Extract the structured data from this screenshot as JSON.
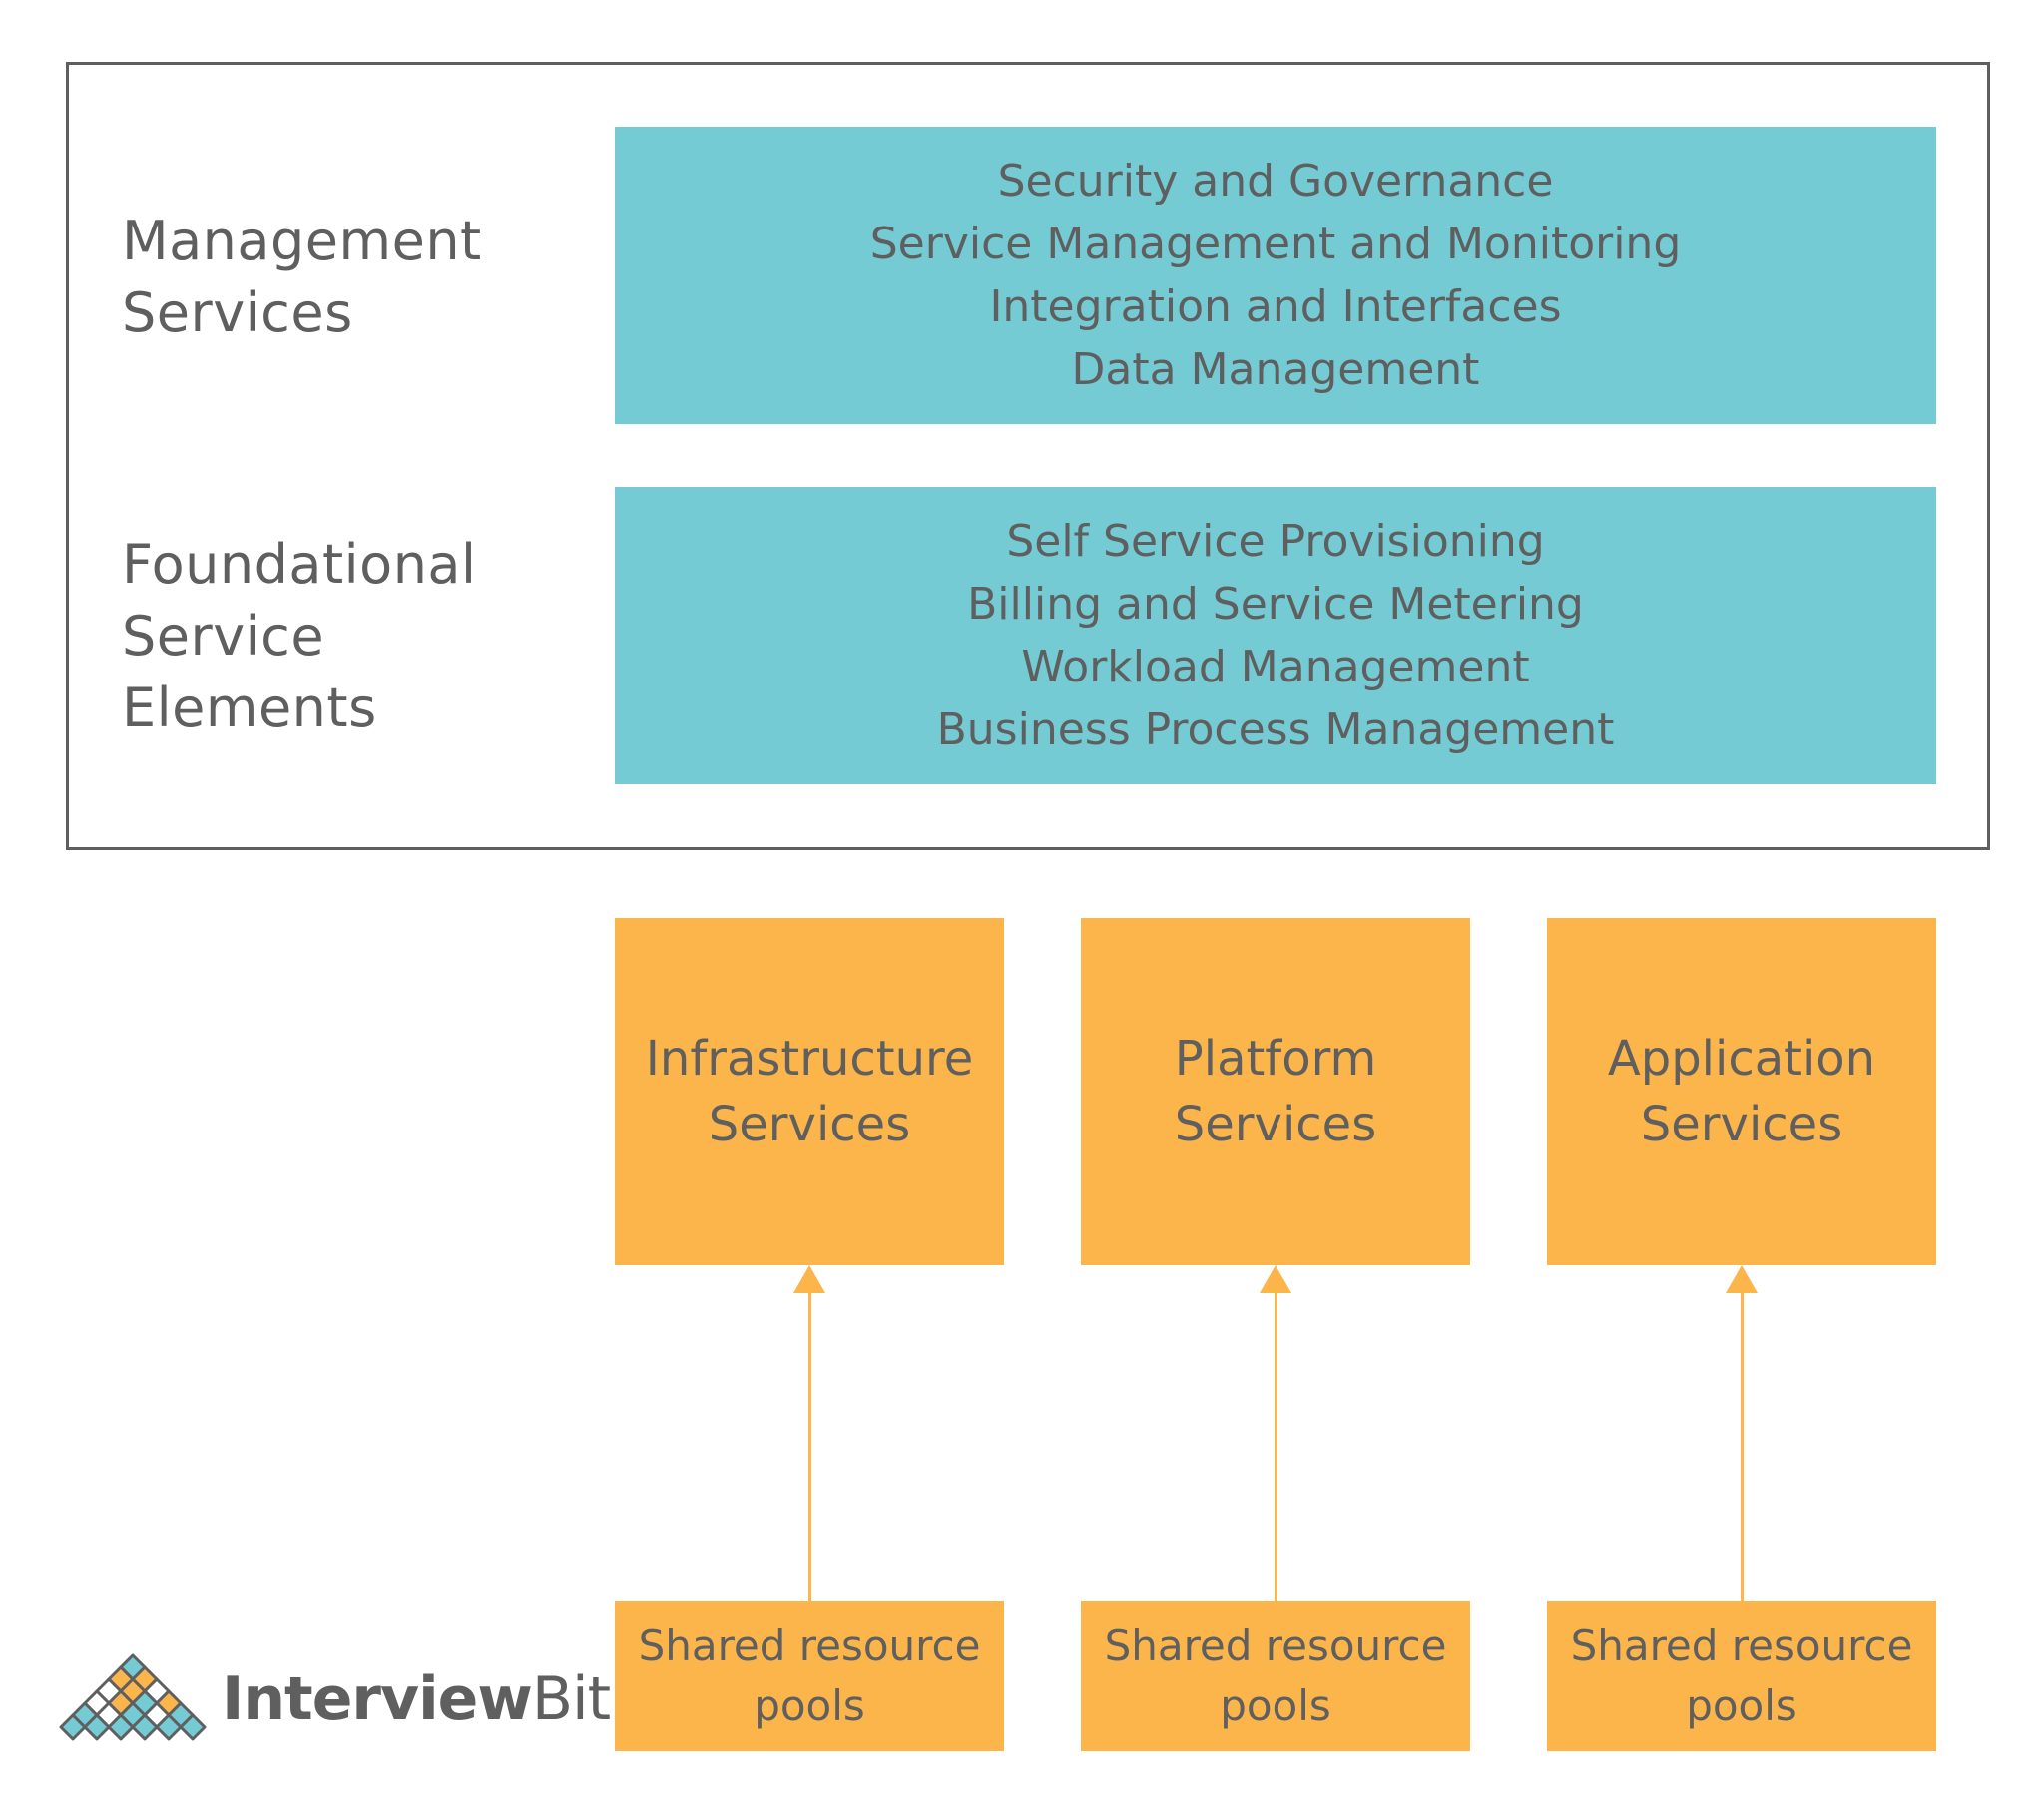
{
  "management": {
    "label_lines": [
      "Management",
      "Services"
    ],
    "items": [
      "Security and Governance",
      "Service Management and Monitoring",
      "Integration and Interfaces",
      "Data Management"
    ]
  },
  "foundational": {
    "label_lines": [
      "Foundational",
      "Service",
      "Elements"
    ],
    "items": [
      "Self Service Provisioning",
      "Billing and Service Metering",
      "Workload Management",
      "Business Process Management"
    ]
  },
  "services": [
    {
      "lines": [
        "Infrastructure",
        "Services"
      ]
    },
    {
      "lines": [
        "Platform",
        "Services"
      ]
    },
    {
      "lines": [
        "Application",
        "Services"
      ]
    }
  ],
  "pools": [
    {
      "lines": [
        "Shared resource",
        "pools"
      ]
    },
    {
      "lines": [
        "Shared resource",
        "pools"
      ]
    },
    {
      "lines": [
        "Shared resource",
        "pools"
      ]
    }
  ],
  "logo": {
    "text_bold": "Interview",
    "text_light": "Bit"
  },
  "colors": {
    "teal": "#74cbd3",
    "orange": "#fbb54b",
    "text": "#5f5f5f",
    "border": "#5f5f5f"
  }
}
